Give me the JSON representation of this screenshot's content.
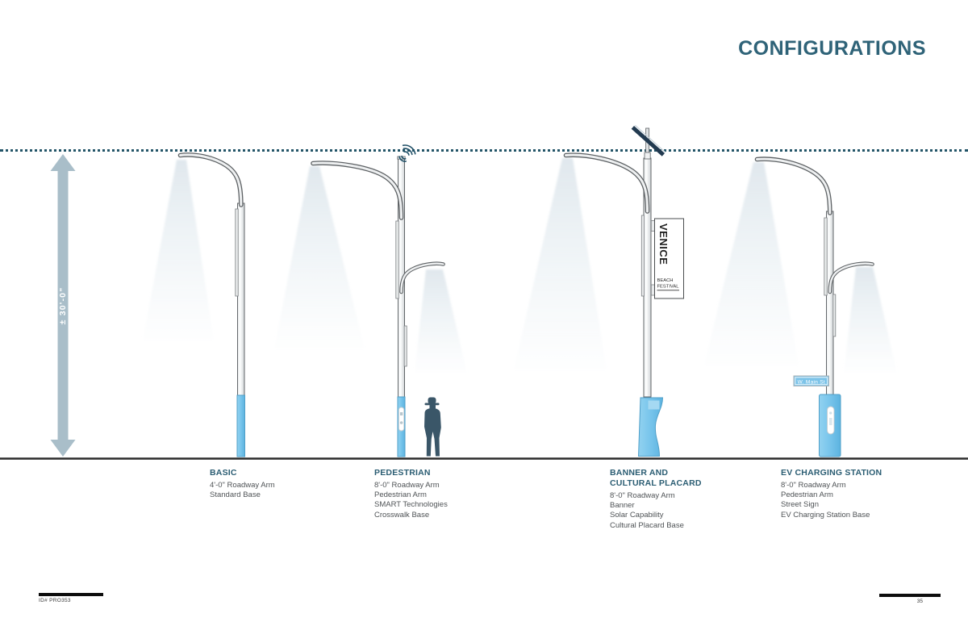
{
  "title": "CONFIGURATIONS",
  "dimension_label": "± 30'-0\"",
  "banner": {
    "title": "VENICE",
    "subtitle_line1": "BEACH",
    "subtitle_line2": "FESTIVAL"
  },
  "street_sign": "W. Main St",
  "configurations": [
    {
      "name": "BASIC",
      "features": [
        "4'-0\" Roadway Arm",
        "Standard Base"
      ]
    },
    {
      "name": "PEDESTRIAN",
      "features": [
        "8'-0\" Roadway Arm",
        "Pedestrian Arm",
        "SMART Technologies",
        "Crosswalk Base"
      ]
    },
    {
      "name": "BANNER AND CULTURAL PLACARD",
      "features": [
        "8'-0\" Roadway Arm",
        "Banner",
        "Solar Capability",
        "Cultural Placard Base"
      ]
    },
    {
      "name": "EV CHARGING STATION",
      "features": [
        "8'-0\" Roadway Arm",
        "Pedestrian Arm",
        "Street Sign",
        "EV Charging Station Base"
      ]
    }
  ],
  "footer": {
    "project_id": "ID# PRO353",
    "page_number": "35"
  },
  "colors": {
    "accent_teal": "#2f6378",
    "dotted_line": "#235568",
    "dimension_arrow": "#a9bec9",
    "pole_base_blue": "#7ac6ec",
    "light_cone": "#dfe8ee",
    "person_silhouette": "#3a5668",
    "solar_panel": "#223a50"
  }
}
